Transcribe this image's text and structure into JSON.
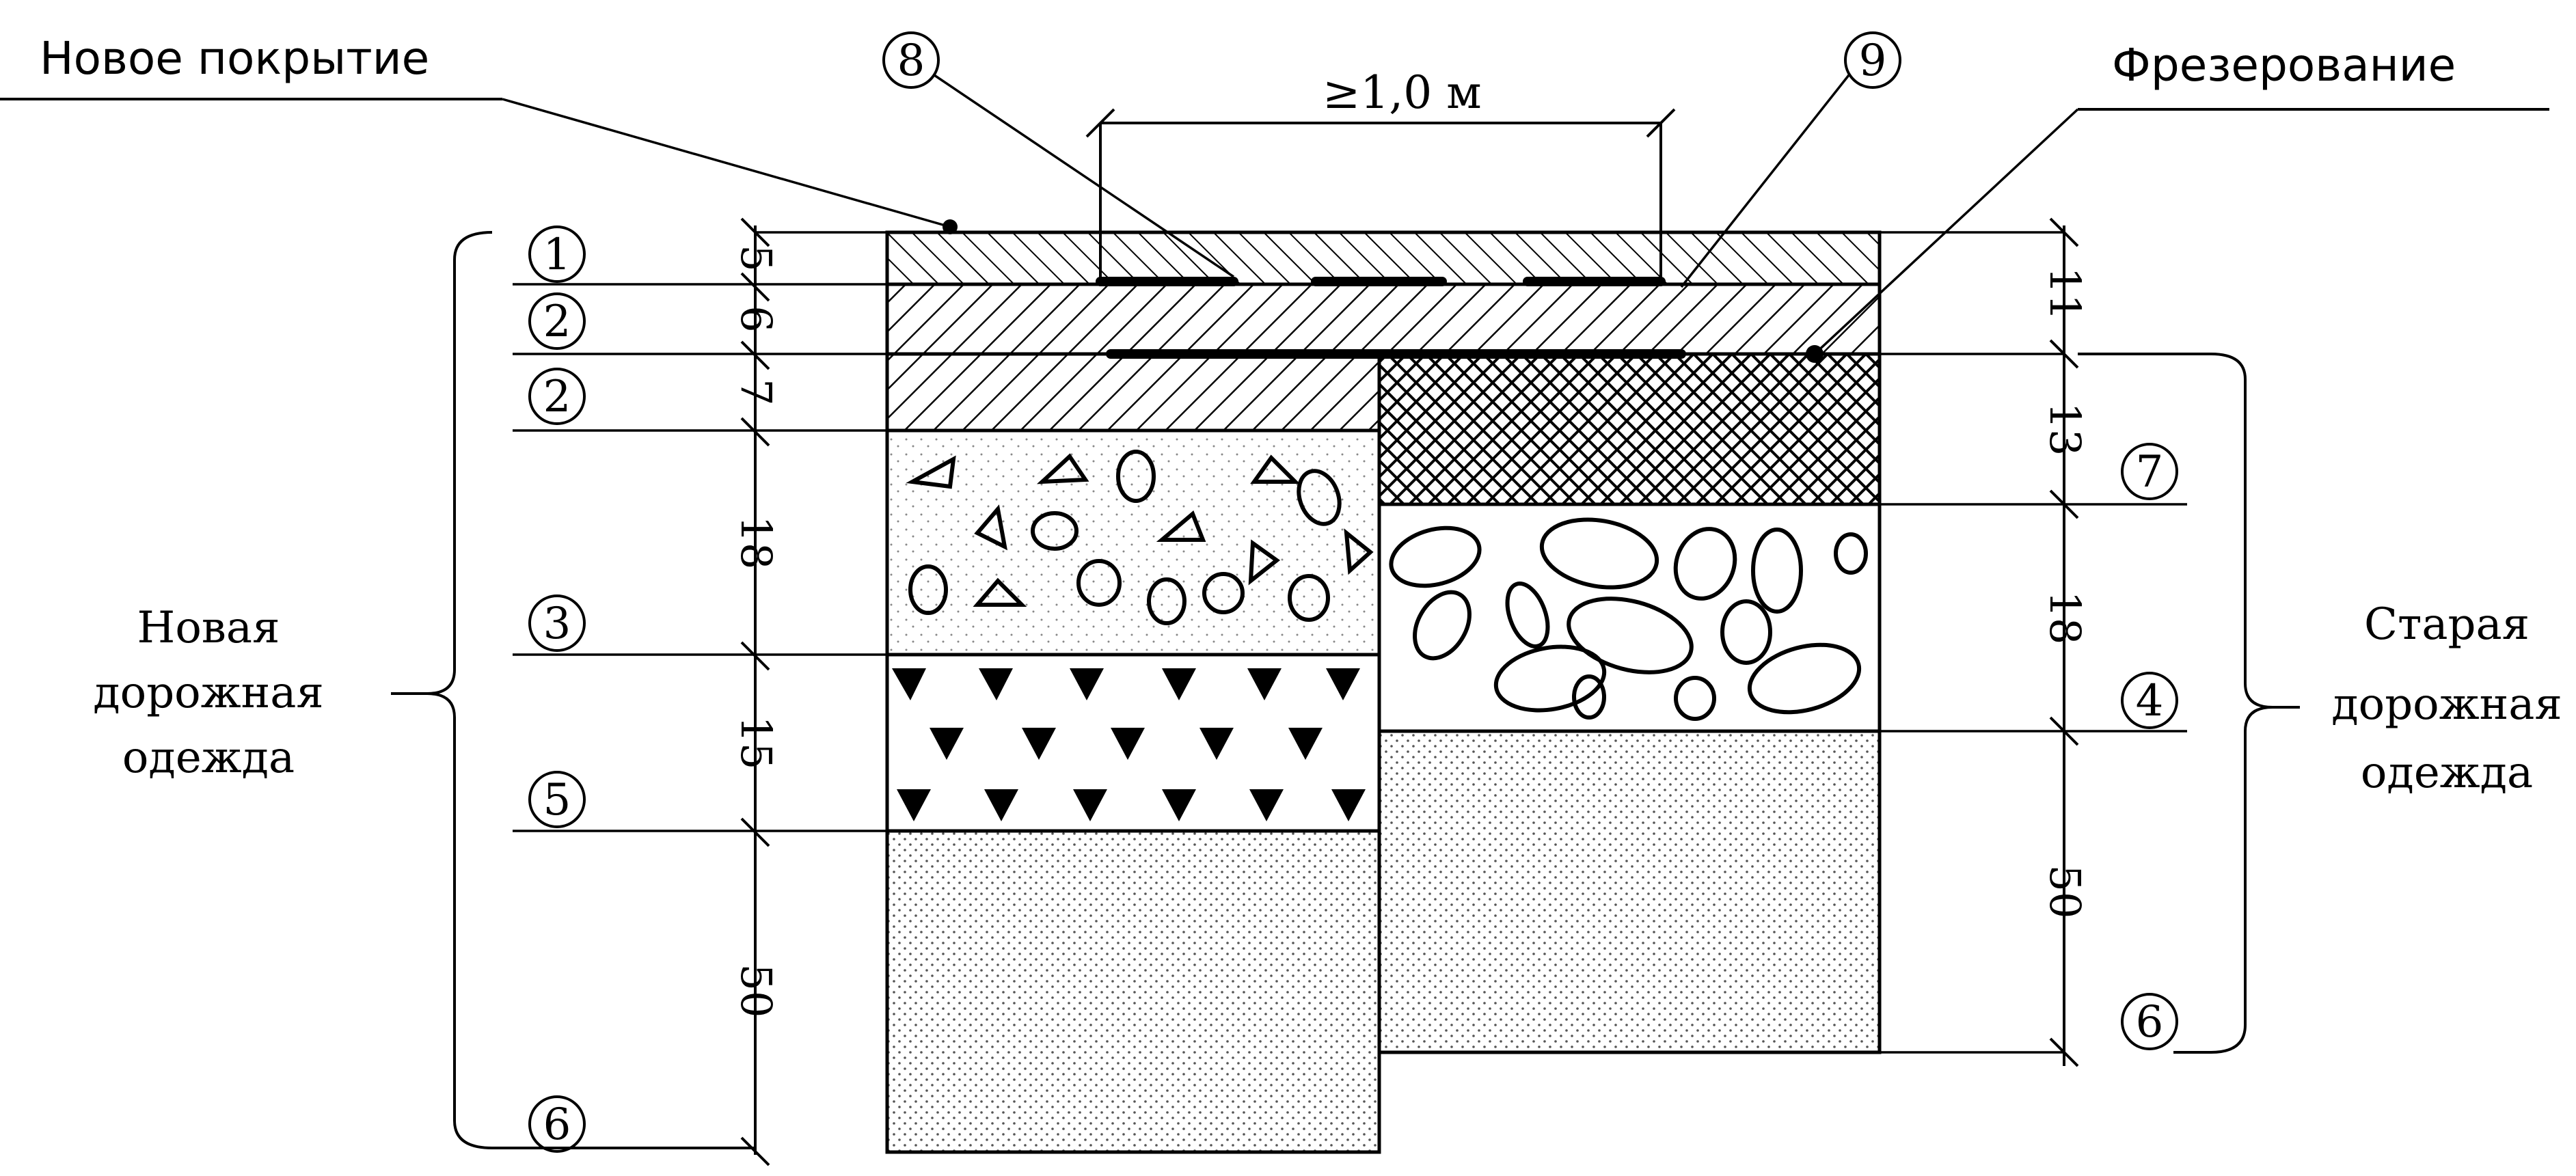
{
  "labels": {
    "new_coating": "Новое покрытие",
    "milling": "Фрезерование",
    "width": "≥1,0 м",
    "new_pavement": [
      "Новая",
      "дорожная",
      "одежда"
    ],
    "old_pavement": [
      "Старая",
      "дорожная",
      "одежда"
    ]
  },
  "markers": {
    "m1": "1",
    "m2a": "2",
    "m2b": "2",
    "m3": "3",
    "m5": "5",
    "m6l": "6",
    "m8": "8",
    "m9": "9",
    "m7": "7",
    "m4": "4",
    "m6r": "6"
  },
  "thickness_left": {
    "t1": "5",
    "t2": "6",
    "t3": "7",
    "t4": "18",
    "t5": "15",
    "t6": "50"
  },
  "thickness_right": {
    "t1": "11",
    "t2": "13",
    "t3": "18",
    "t4": "50"
  }
}
